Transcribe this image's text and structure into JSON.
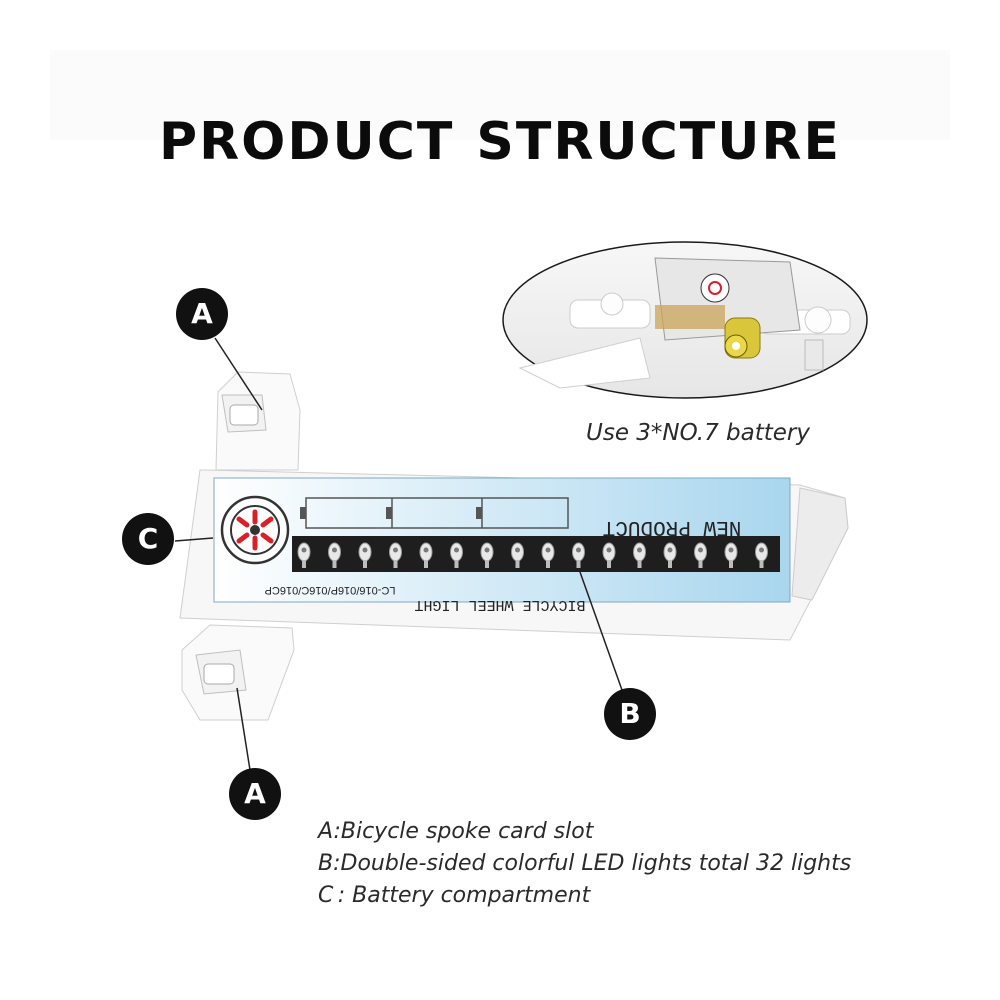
{
  "title": {
    "word1": "PRODUCT",
    "word2": "STRUCTURE"
  },
  "battery_caption": "Use 3*NO.7 battery",
  "device": {
    "product_label": "NEW PRODUCT",
    "model_line1": "BICYCLE WHEEL LIGHT",
    "model_line2": "LC-016/016P/016C/016CP"
  },
  "markers": {
    "a_top": "A",
    "a_bottom": "A",
    "b": "B",
    "c": "C"
  },
  "legend": {
    "a": "A:Bicycle spoke card slot",
    "b": "B:Double-sided colorful LED lights total 32 lights",
    "c": "C : Battery compartment"
  },
  "colors": {
    "badge": "#111111",
    "panel_blue": "#bfe1f2",
    "led_red": "#d8202a"
  }
}
